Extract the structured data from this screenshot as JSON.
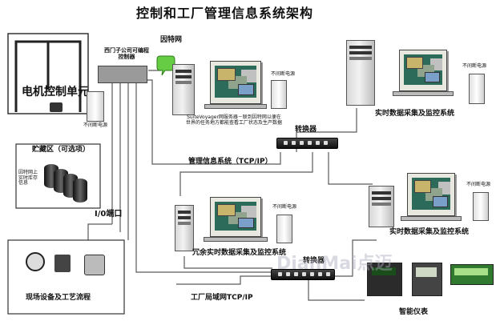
{
  "title": "控制和工厂管理信息系统架构",
  "labels": {
    "motor_control_unit": "电机控制单元",
    "siemens_plc": "西门子公司可编程控制器",
    "internet": "因特网",
    "ups": "不间断电源",
    "suite_voyager": "SuiteVoyager网服务器－联到因特网以便在世界的任务地方都能查看工厂状态及生产数据",
    "storage_area": "贮藏区（可选项）",
    "internet_inventory": "因特网上实时库存信息",
    "io_port": "I/0端口",
    "field_devices": "现场设备及工艺流程",
    "mis": "管理信息系统（TCP/IP）",
    "switch": "转换器",
    "realtime_scada_1": "实时数据采集及监控系统",
    "realtime_scada_2": "实时数据采集及监控系统",
    "redundant_scada": "冗余实时数据采集及监控系统",
    "switch_2": "转换器",
    "factory_lan": "工厂局域网TCP/IP",
    "smart_instruments": "智能仪表",
    "watermark": "DianMai点迈"
  },
  "colors": {
    "line": "#555555",
    "bg": "#ffffff",
    "text": "#111111",
    "bubble": "#66cc44"
  }
}
